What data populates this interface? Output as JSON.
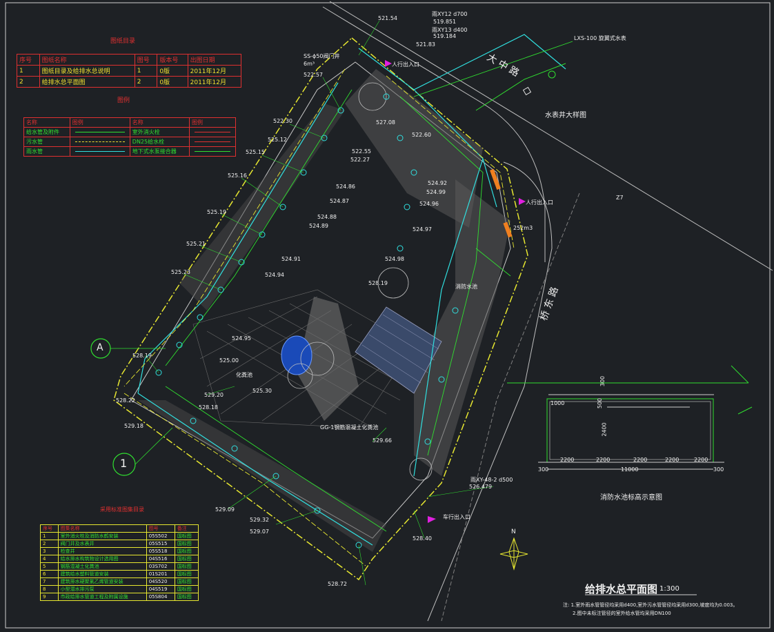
{
  "drawing": {
    "title": "给排水总平面图",
    "scale": "1:300",
    "notes": [
      "注: 1.室外雨水管管径均采用d400,室外污水管管径均采用d300,坡度均为0.003。",
      "2.图中未标注管径的室外给水管均采用DN100"
    ]
  },
  "drawing_index": {
    "caption": "图纸目录",
    "headers": [
      "序号",
      "图纸名称",
      "图号",
      "版本号",
      "出图日期"
    ],
    "rows": [
      [
        "1",
        "图纸目录及给排水总说明",
        "1",
        "0版",
        "2011年12月"
      ],
      [
        "2",
        "给排水总平面图",
        "2",
        "0版",
        "2011年12月"
      ]
    ]
  },
  "legend": {
    "caption": "图例",
    "headers": [
      "名称",
      "图例",
      "名称",
      "图例"
    ],
    "rows": [
      [
        "给水管及附件",
        "",
        "室外消火栓",
        ""
      ],
      [
        "污水管",
        "",
        "DN25给水栓",
        ""
      ],
      [
        "雨水管",
        "",
        "地下式水泵接合器",
        ""
      ]
    ]
  },
  "standards": {
    "caption": "采用标准图集目录",
    "headers": [
      "序号",
      "图集名称",
      "图号",
      "备注"
    ],
    "rows": [
      [
        "1",
        "室外消火栓及消防水鹤安装",
        "05S502",
        "国标图"
      ],
      [
        "2",
        "阀门井及水表井",
        "05S515",
        "国标图"
      ],
      [
        "3",
        "检查井",
        "05S518",
        "国标图"
      ],
      [
        "4",
        "给水排水构筑物设计选用图",
        "04S516",
        "国标图"
      ],
      [
        "5",
        "钢筋混凝土化粪池",
        "03S702",
        "国标图"
      ],
      [
        "6",
        "建筑给水塑料管道安装",
        "01S201",
        "国标图"
      ],
      [
        "7",
        "建筑排水硬聚氯乙烯管道安装",
        "04S520",
        "国标图"
      ],
      [
        "8",
        "小型潜水排污泵",
        "04S519",
        "国标图"
      ],
      [
        "9",
        "市政给排水管道工程及附属设施",
        "05S804",
        "国标图"
      ]
    ]
  },
  "detail_labels": {
    "meter_well": "水表井大样图",
    "fire_pool": "消防水池标高示意图",
    "north": "N",
    "section_a": "A",
    "section_1": "1",
    "road_a": "大 中 路",
    "road_b": "桥 东 路",
    "dims": [
      "2200",
      "2200",
      "2200",
      "2200",
      "2200",
      "11000",
      "1000",
      "2400",
      "300",
      "300",
      "500",
      "300"
    ]
  },
  "elevations": [
    "521.54",
    "522.57",
    "522.30",
    "525.12",
    "525.15",
    "525.16",
    "525.19",
    "525.21",
    "525.23",
    "528.19",
    "528.22",
    "529.18",
    "529.20",
    "528.18",
    "529.09",
    "529.32",
    "529.07",
    "528.72",
    "528.40",
    "529.66",
    "526.479",
    "525.30",
    "525.00",
    "524.86",
    "524.87",
    "524.88",
    "524.89",
    "524.91",
    "524.94",
    "524.95",
    "524.98",
    "524.97",
    "524.96",
    "524.92",
    "524.99",
    "522.60",
    "522.55",
    "522.27",
    "527.08",
    "521.83",
    "519.851",
    "519.184",
    "528.19"
  ],
  "pipe_labels": [
    "雨XY12 d700",
    "雨XY13 d400",
    "LXS-100 旋翼式水表",
    "雨XY-48-2 d500",
    "SS-ϕ50阀门井",
    "252m3",
    "人行出入口",
    "人行出入口",
    "车行出入口",
    "Z7",
    "6m³",
    "化粪池",
    "GG-1钢筋混凝土化粪池",
    "消防水池"
  ],
  "colors": {
    "background": "#1e2125",
    "water": "#30e0e0",
    "rain": "#e8e830",
    "sewage": "#30e030",
    "title": "#e03030",
    "text": "#f0f0f0",
    "hatch": "#7a7a7a",
    "accent": "#e020e0"
  }
}
